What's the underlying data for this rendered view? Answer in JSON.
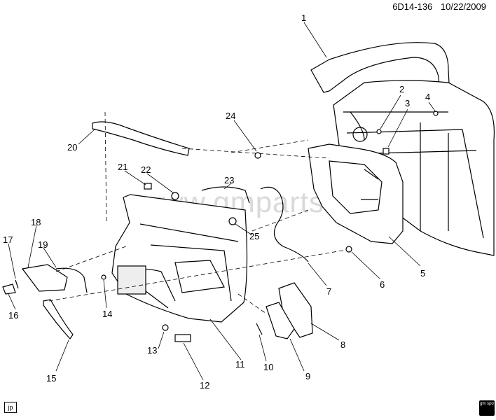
{
  "header": {
    "code": "6D14-136",
    "date": "10/22/2009"
  },
  "watermark": "www.gmpartsdiag.ru",
  "callouts": [
    "1",
    "2",
    "3",
    "4",
    "5",
    "6",
    "7",
    "8",
    "9",
    "10",
    "11",
    "12",
    "13",
    "14",
    "15",
    "16",
    "17",
    "18",
    "19",
    "20",
    "21",
    "22",
    "23",
    "24",
    "25"
  ],
  "footer": {
    "tag": "jp",
    "logo_text": "gm spo"
  },
  "colors": {
    "line": "#000000",
    "fill": "#ffffff",
    "dash": "#000000",
    "watermark": "#d9d9d9"
  }
}
